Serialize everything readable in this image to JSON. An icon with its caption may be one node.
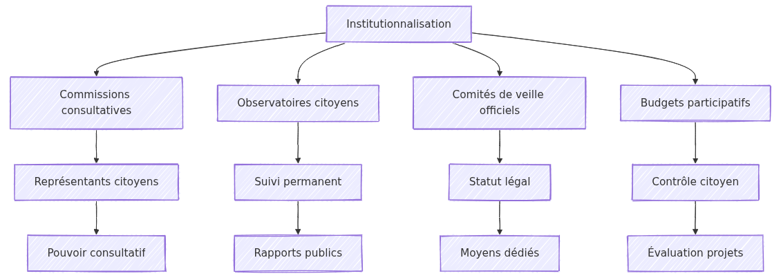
{
  "diagram": {
    "nodes": [
      {
        "text": [
          "Institutionnalisation"
        ]
      },
      {
        "text": [
          "Commissions consultatives"
        ]
      },
      {
        "text": [
          "Représentants citoyens"
        ]
      },
      {
        "text": [
          "Pouvoir consultatif"
        ]
      },
      {
        "text": [
          "Observatoires citoyens"
        ]
      },
      {
        "text": [
          "Suivi permanent"
        ]
      },
      {
        "text": [
          "Rapports publics"
        ]
      },
      {
        "text": [
          "Comités de veille officiels"
        ]
      },
      {
        "text": [
          "Statut légal"
        ]
      },
      {
        "text": [
          "Moyens dédiés"
        ]
      },
      {
        "text": [
          "Budgets participatifs"
        ]
      },
      {
        "text": [
          "Contrôle citoyen"
        ]
      },
      {
        "text": [
          "Évaluation projets"
        ]
      }
    ],
    "edges": [
      {
        "from": 0,
        "to": 1,
        "arrow": "to"
      },
      {
        "from": 0,
        "to": 4,
        "arrow": "to"
      },
      {
        "from": 0,
        "to": 7,
        "arrow": "to"
      },
      {
        "from": 0,
        "to": 10,
        "arrow": "to"
      },
      {
        "from": 1,
        "to": 2,
        "arrow": "to"
      },
      {
        "from": 2,
        "to": 3,
        "arrow": "to"
      },
      {
        "from": 4,
        "to": 5,
        "arrow": "to"
      },
      {
        "from": 5,
        "to": 6,
        "arrow": "to"
      },
      {
        "from": 7,
        "to": 8,
        "arrow": "to"
      },
      {
        "from": 8,
        "to": 9,
        "arrow": "to"
      },
      {
        "from": 10,
        "to": 11,
        "arrow": "to"
      },
      {
        "from": 11,
        "to": 12,
        "arrow": "to"
      }
    ]
  }
}
